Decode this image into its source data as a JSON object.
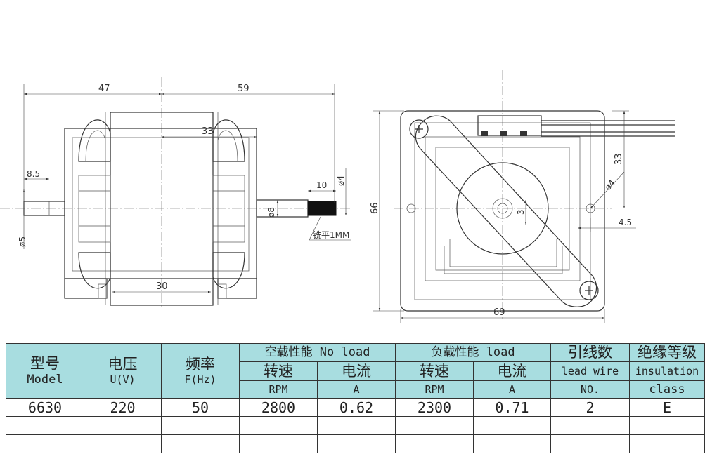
{
  "drawing": {
    "left_view": {
      "dims": {
        "d47": "47",
        "d59": "59",
        "d33": "33",
        "d8_5": "8.5",
        "d5": "ø5",
        "d8": "ø8",
        "d10": "10",
        "d4": "ø4",
        "d30": "30"
      },
      "note": "铣平1MM"
    },
    "right_view": {
      "dims": {
        "d66": "66",
        "d69": "69",
        "d33": "33",
        "d4": "ø4",
        "d4_5": "4.5",
        "d3": "3"
      }
    }
  },
  "table": {
    "headers": {
      "model_cn": "型号",
      "model_en": "Model",
      "voltage_cn": "电压",
      "voltage_en": "U(V)",
      "freq_cn": "频率",
      "freq_en": "F(Hz)",
      "noload": "空载性能 No load",
      "load": "负载性能 load",
      "lead_cn": "引线数",
      "lead_en": "lead wire",
      "ins_cn": "绝缘等级",
      "ins_en": "insulation",
      "speed_cn": "转速",
      "current_cn": "电流",
      "rpm": "RPM",
      "amp": "A",
      "no": "NO.",
      "class": "class"
    },
    "rows": [
      {
        "model": "6630",
        "voltage": "220",
        "freq": "50",
        "nl_rpm": "2800",
        "nl_a": "0.62",
        "l_rpm": "2300",
        "l_a": "0.71",
        "lead": "2",
        "ins": "E"
      },
      {
        "model": "",
        "voltage": "",
        "freq": "",
        "nl_rpm": "",
        "nl_a": "",
        "l_rpm": "",
        "l_a": "",
        "lead": "",
        "ins": ""
      },
      {
        "model": "",
        "voltage": "",
        "freq": "",
        "nl_rpm": "",
        "nl_a": "",
        "l_rpm": "",
        "l_a": "",
        "lead": "",
        "ins": ""
      }
    ]
  }
}
